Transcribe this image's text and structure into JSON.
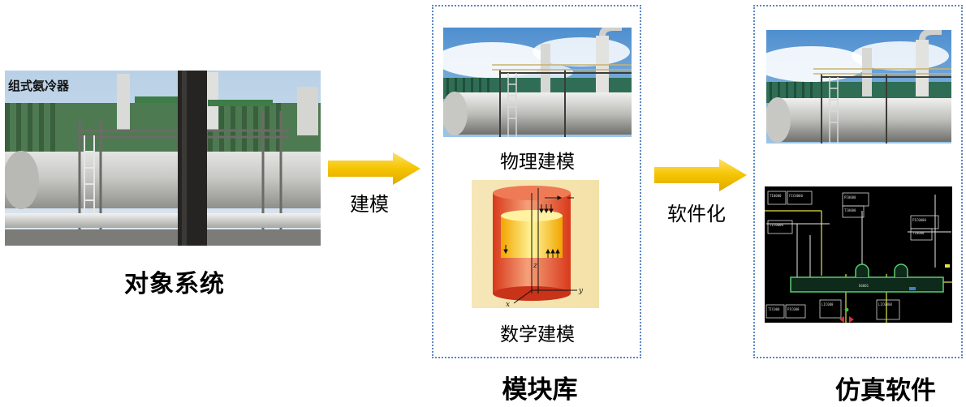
{
  "stages": {
    "object": {
      "photo_label": "组式氨冷器",
      "caption": "对象系统"
    },
    "module_library": {
      "physical_label": "物理建模",
      "math_label": "数学建模",
      "caption": "模块库"
    },
    "simulation": {
      "caption": "仿真软件"
    }
  },
  "arrows": {
    "modeling": "建模",
    "softwarize": "软件化"
  },
  "colors": {
    "arrow_yellow": "#f5c400",
    "frame_blue": "#5b86c4",
    "sky_blue": "#6fa3d6"
  }
}
